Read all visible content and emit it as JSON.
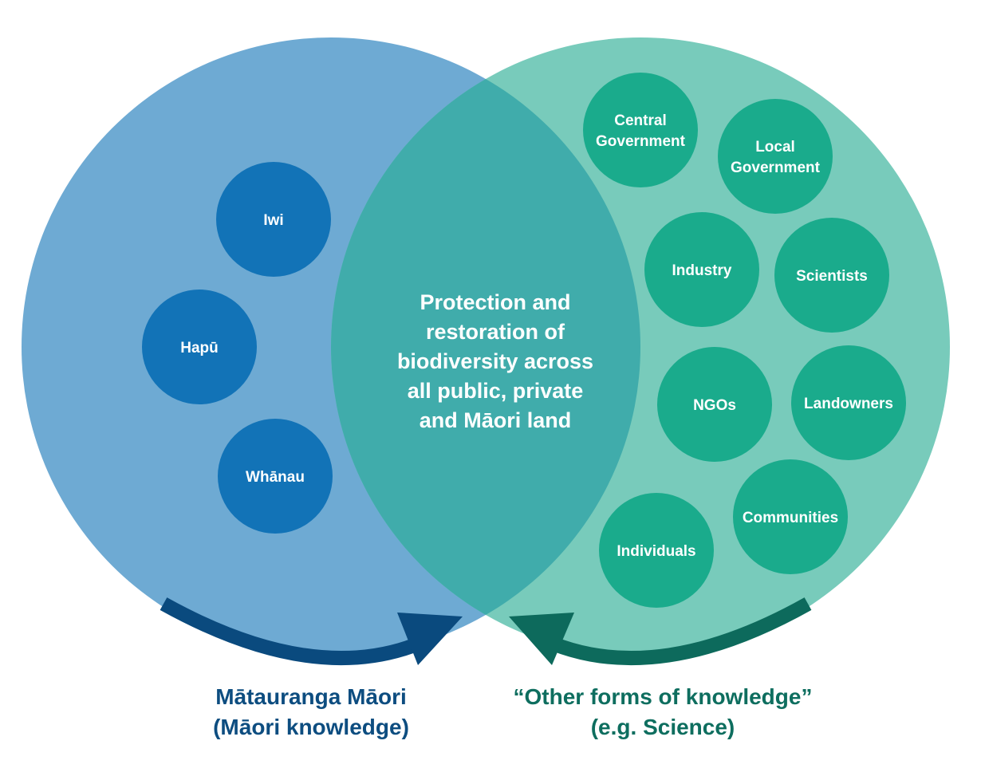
{
  "colors": {
    "left_circle": "#6eaad3",
    "right_circle": "#78cbbb",
    "overlap": "#40acab",
    "left_node": "#1273b7",
    "right_node": "#1aab8c",
    "left_arrow": "#0a4a7e",
    "right_arrow": "#0d6a5c",
    "left_caption": "#0d4d80",
    "right_caption": "#0e6e5f"
  },
  "center": {
    "lines": [
      "Protection and",
      "restoration of",
      "biodiversity across",
      "all public, private",
      "and Māori land"
    ]
  },
  "left_nodes": [
    {
      "id": "iwi",
      "lines": [
        "Iwi"
      ]
    },
    {
      "id": "hapu",
      "lines": [
        "Hapū"
      ]
    },
    {
      "id": "whanau",
      "lines": [
        "Whānau"
      ]
    }
  ],
  "right_nodes": [
    {
      "id": "central-government",
      "lines": [
        "Central",
        "Government"
      ]
    },
    {
      "id": "local-government",
      "lines": [
        "Local",
        "Government"
      ]
    },
    {
      "id": "industry",
      "lines": [
        "Industry"
      ]
    },
    {
      "id": "scientists",
      "lines": [
        "Scientists"
      ]
    },
    {
      "id": "ngos",
      "lines": [
        "NGOs"
      ]
    },
    {
      "id": "landowners",
      "lines": [
        "Landowners"
      ]
    },
    {
      "id": "communities",
      "lines": [
        "Communities"
      ]
    },
    {
      "id": "individuals",
      "lines": [
        "Individuals"
      ]
    }
  ],
  "captions": {
    "left": {
      "line1": "Mātauranga Māori",
      "line2": "(Māori knowledge)"
    },
    "right": {
      "line1": "“Other forms of knowledge”",
      "line2": "(e.g. Science)"
    }
  }
}
